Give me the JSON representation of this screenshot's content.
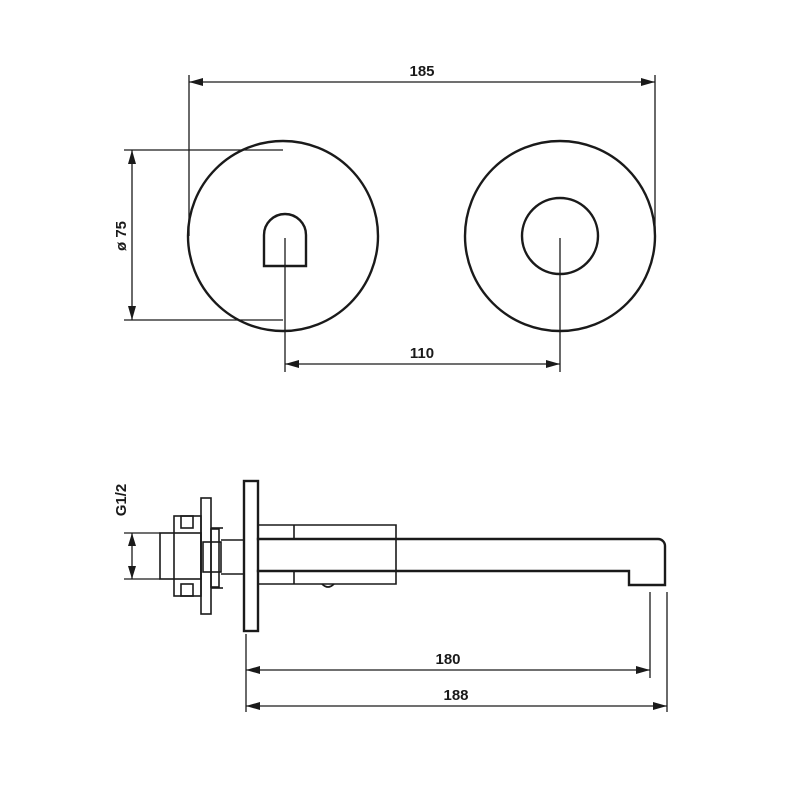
{
  "dimensions": {
    "overall_width_top": "185",
    "diameter": "ø 75",
    "center_distance": "110",
    "thread": "G1/2",
    "spout_length": "180",
    "overall_length": "188"
  }
}
